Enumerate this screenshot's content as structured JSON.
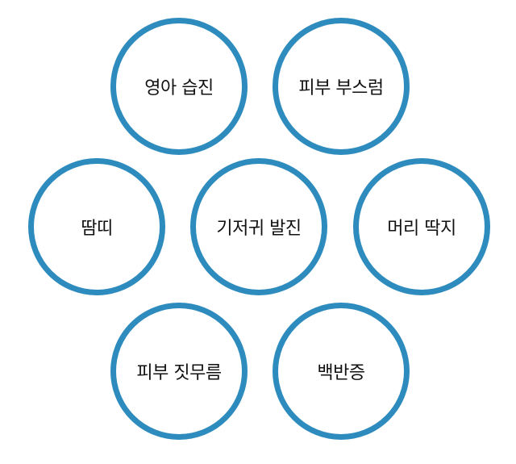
{
  "circles": [
    {
      "label": "영아 습진"
    },
    {
      "label": "피부 부스럼"
    },
    {
      "label": "땀띠"
    },
    {
      "label": "기저귀 발진"
    },
    {
      "label": "머리 딱지"
    },
    {
      "label": "피부 짓무름"
    },
    {
      "label": "백반증"
    }
  ],
  "colors": {
    "ring": "#2e8bbd",
    "text": "#111111",
    "background": "#ffffff"
  }
}
